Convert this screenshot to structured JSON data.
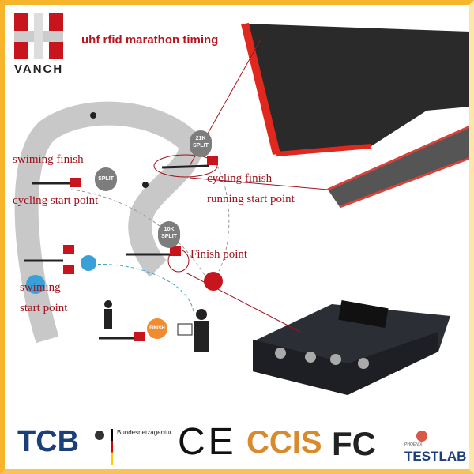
{
  "brand": {
    "logo_text": "VANCH",
    "title": "uhf rfid marathon timing",
    "color": "#b8141e"
  },
  "diagram": {
    "labels": {
      "swimming_finish": "swiming finish",
      "cycling_start": "cycling start point",
      "cycling_finish": "cycling finish",
      "running_start": "running start point",
      "finish_point": "Finish point",
      "swimming_start_1": "swiming",
      "swimming_start_2": "start point"
    },
    "markers": {
      "split_21k": "21K",
      "split_10k": "10K",
      "split_word": "SPLIT"
    },
    "finish_badge": "FINISH",
    "line_color": "#a0121c"
  },
  "certifications": {
    "tcb": "TCB",
    "bundesnetzagentur": "Bundesnetzagentur",
    "ce": "CE",
    "ccis": "CCIS",
    "fc": "FC",
    "testlab_small": "PHOENIX",
    "testlab": "TESTLAB"
  }
}
